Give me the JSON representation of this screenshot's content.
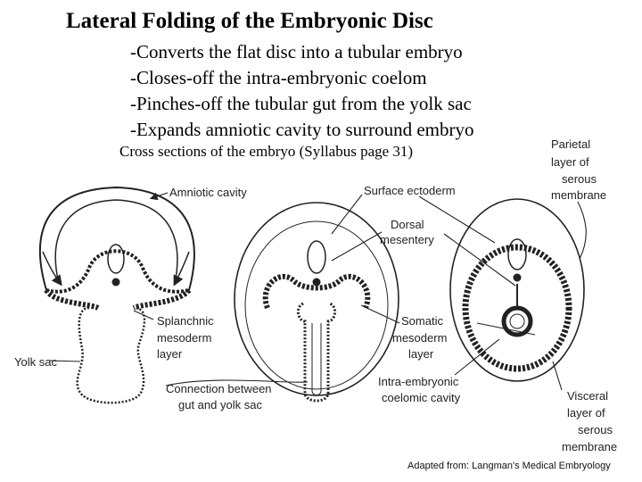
{
  "title": "Lateral Folding of the Embryonic Disc",
  "bullets": [
    "-Converts the flat disc into a tubular embryo",
    "-Closes-off the intra-embryonic coelom",
    "-Pinches-off the tubular gut from the yolk sac",
    "-Expands amniotic cavity to surround embryo"
  ],
  "caption": "Cross sections of the embryo (Syllabus page 31)",
  "labels": {
    "amniotic_cavity": "Amniotic cavity",
    "surface_ectoderm": "Surface ectoderm",
    "dorsal_mesentery_1": "Dorsal",
    "dorsal_mesentery_2": "mesentery",
    "parietal_1": "Parietal",
    "parietal_2": "layer of",
    "parietal_3": "serous",
    "parietal_4": "membrane",
    "splanchnic_1": "Splanchnic",
    "splanchnic_2": "mesoderm",
    "splanchnic_3": "layer",
    "yolk_sac": "Yolk sac",
    "connection_1": "Connection between",
    "connection_2": "gut and yolk sac",
    "somatic_1": "Somatic",
    "somatic_2": "mesoderm",
    "somatic_3": "layer",
    "coelom_1": "Intra-embryonic",
    "coelom_2": "coelomic cavity",
    "visceral_1": "Visceral",
    "visceral_2": "layer of",
    "visceral_3": "serous",
    "visceral_4": "membrane"
  },
  "credit": "Adapted from:  Langman's Medical Embryology"
}
